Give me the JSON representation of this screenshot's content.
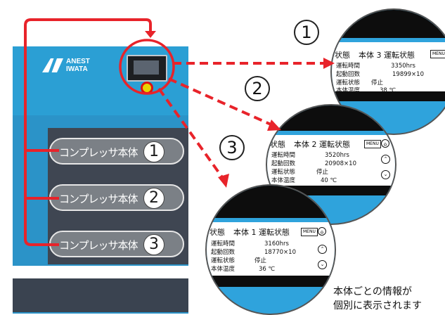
{
  "brand": {
    "logo_line1": "ANEST",
    "logo_line2": "IWATA"
  },
  "units": [
    {
      "label": "コンプレッサ本体",
      "num": "1"
    },
    {
      "label": "コンプレッサ本体",
      "num": "2"
    },
    {
      "label": "コンプレッサ本体",
      "num": "3"
    }
  ],
  "zoom_numbers": [
    "1",
    "2",
    "3"
  ],
  "screens": [
    {
      "status_word": "状態",
      "title": "本体 3 運転状態",
      "menu": "MENU",
      "rows": [
        {
          "key": "運転時間",
          "value": "3350hrs"
        },
        {
          "key": "起動回数",
          "value": "19899×10"
        },
        {
          "key": "運転状態",
          "value": "停止"
        },
        {
          "key": "本体温度",
          "value": "38 ℃"
        }
      ]
    },
    {
      "status_word": "状態",
      "title": "本体 2 運転状態",
      "menu": "MENU",
      "rows": [
        {
          "key": "運転時間",
          "value": "3520hrs"
        },
        {
          "key": "起動回数",
          "value": "20908×10"
        },
        {
          "key": "運転状態",
          "value": "停止"
        },
        {
          "key": "本体温度",
          "value": "40 ℃"
        }
      ]
    },
    {
      "status_word": "状態",
      "title": "本体 1 運転状態",
      "menu": "MENU",
      "rows": [
        {
          "key": "運転時間",
          "value": "3160hrs"
        },
        {
          "key": "起動回数",
          "value": "18770×10"
        },
        {
          "key": "運転状態",
          "value": "停止"
        },
        {
          "key": "本体温度",
          "value": "36 ℃"
        }
      ]
    }
  ],
  "caption": {
    "line1": "本体ごとの情報が",
    "line2": "個別に表示されます"
  },
  "colors": {
    "cabinet": "#2b9fd4",
    "callout": "#e8232a",
    "screen_blue": "#2fa3dc"
  }
}
